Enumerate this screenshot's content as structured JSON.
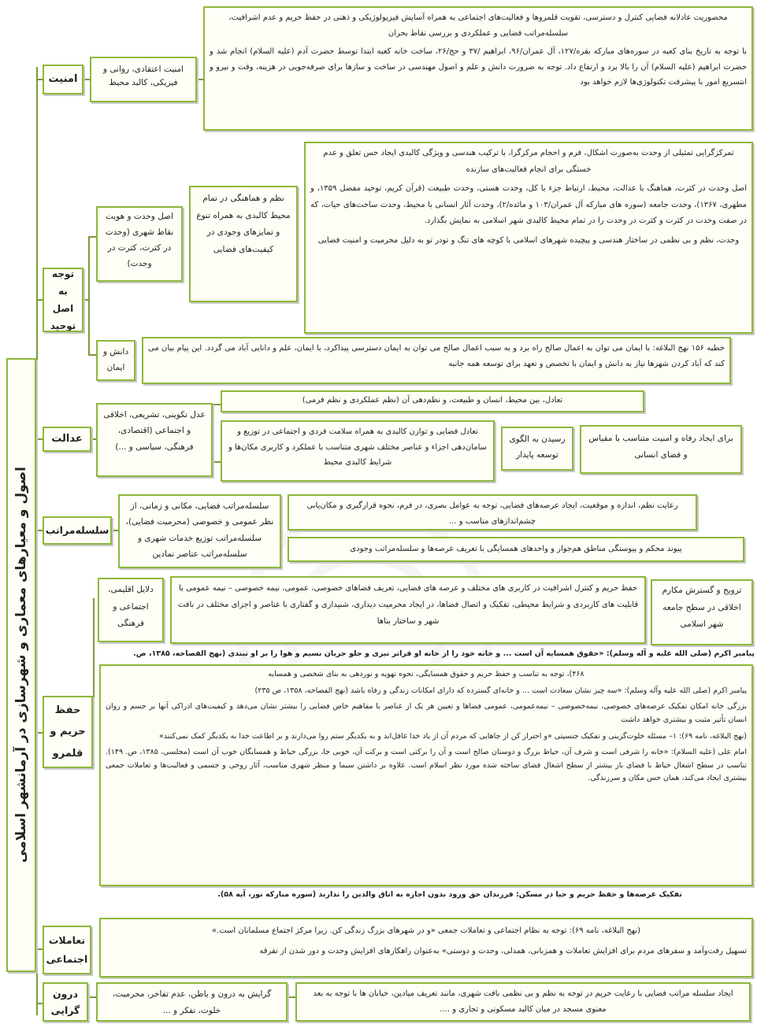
{
  "title": "اصول و معیارهای معماری و شهرسازی در آرمانشهر اسلامی",
  "categories": {
    "security": "امنیت",
    "tawhid": "توجه به اصل توحید",
    "justice": "عدالت",
    "hierarchy": "سلسله‌مراتب",
    "privacy": "حفظ حریم و قلمرو",
    "social": "تعاملات اجتماعی",
    "inward": "درون گرایی"
  },
  "security": {
    "sub": "امنیت اعتقادی، روانی و فیزیکی، کالبد محیط",
    "detail_1": "محصوریت عادلانه فضایی کنترل و دسترسی، تقویت قلمروها و فعالیت‌های اجتماعی به همراه آسایش فیزیولوژیکی و ذهنی در حفظ حریم و عدم اشرافیت، سلسله‌مراتب فضایی و عملکردی و بررسی نقاط بحران",
    "detail_2": "با توجه به تاریخ بنای کعبه در سوره‌های مبارکه بقره/۱۲۷، آل عمران/۹۶، ابراهیم /۳۷ و حج/۲۶، ساخت خانه کعبه ابتدا توسط حضرت آدم (علیه السلام) انجام شد و حضرت ابراهیم (علیه السلام) آن را بالا برد و ارتفاع داد. توجه به ضرورت دانش و علم و اصول مهندسی در ساخت و سازها برای صرفه‌جویی در هزینه، وقت و نیرو و انتسریع امور با پیشرفت تکنولوژی‌ها لازم خواهد بود"
  },
  "tawhid": {
    "sub_1": "اصل وحدت و هویت نقاط شهری (وحدت در کثرت، کثرت در وحدت)",
    "sub_2": "نظم و هماهنگی در تمام محیط کالبدی به همراه تنوع و تمایزهای وجودی در کیفیت‌های فضایی",
    "detail_1": "تمرکزگرایی تمثیلی از وحدت به‌صورت اشکال، فرم و احجام مرکزگرا، با ترکیب هندسی و ویژگی کالبدی ایجاد حس تعلق و عدم خستگی برای انجام فعالیت‌های سازنده",
    "detail_2": "اصل وحدت در کثرت، هماهنگ با عدالت، محیط، ارتباط جزء با کل، وحدت هستی، وحدت طبیعت (قرآن کریم، توحید مفضل ۱۳۵۹، و مطهری، ۱۳۶۷)، وحدت جامعه (سوره های مبارکه آل عمران/۱۰۳ و مائده/۲)، وحدت آثار انسانی با محیط، وحدت ساخت‌های حیات، که در صفت وحدت در کثرت و کثرت در وحدت را در تمام محیط کالبدی شهر اسلامی به نمایش بگذارد.",
    "detail_3": "وحدت، نظم و بی نظمی در ساختار هندسی و پیچیده شهرهای اسلامی با کوچه های تنگ و تودر تو به دلیل محرمیت و امنیت فضایی",
    "sub_3": "دانش و ایمان",
    "detail_4": "خطبه ۱۵۶ نهج البلاغه: با ایمان می توان به اعمال صالح راه برد و به سبب اعمال صالح می توان به ایمان دسترسی پیداکرد، با ایمان، علم و دانایی آباد می گردد. این پیام بیان می کند که آباد کردن شهرها نیاز به دانش و ایمان با تخصص و تعهد برای توسعه همه جانبه"
  },
  "justice": {
    "sub": "عدل تکوینی، تشریعی، اخلاقی و اجتماعی (اقتصادی، فرهنگی، سیاسی و ...)",
    "detail_1": "تعادل، بین محیط، انسان و طبیعت، و نظم‌دهی آن (نظم عملکردی و نظم فرمی)",
    "detail_2": "تعادل فضایی و توازن کالبدی به همراه سلامت فردی و اجتماعی در توزیع و سامان‌دهی اجزاء و عناصر مختلف شهری متناسب با عملکرد و کاربری مکان‌ها و شرایط کالبدی محیط",
    "goal": "رسیدن به الگوی توسعه پایدار",
    "goal_detail": "برای ایجاد رفاه و امنیت متناسب با مقیاس و فضای انسانی"
  },
  "hierarchy": {
    "sub": "سلسله‌مراتب فضایی، مکانی و زمانی، از نظر عمومی و خصوصی (محرمیت فضایی)، سلسله‌مراتب توزیع خدمات شهری و سلسله‌مراتب عناصر نمادین",
    "detail_1": "رعایت نظم، اندازه و موقعیت، ایجاد عرصه‌های فضایی، توجه به عوامل بصری، در فرم، نحوه قرارگیری و مکان‌یابی چشم‌اندازهای مناسب و ...",
    "detail_2": "پیوند محکم و پیوستگی مناطق هم‌جوار و واحدهای همسایگی با تعریف عرصه‌ها و سلسله‌مراتب وجودی"
  },
  "privacy": {
    "reasons": "دلایل اقلیمی، اجتماعی و فرهنگی",
    "detail_1": "حفظ حریم و کنترل اشرافیت در کاربری های مختلف و عرصه های فضایی، تعریف فضاهای خصوصی، عمومی، نیمه خصوصی – نیمه عمومی با قابلیت های کاربردی و شرایط محیطی، تفکیک و اتصال فضاها، در ایجاد محرمیت دیداری، شنیداری و گفتاری با عناصر و اجزای مختلف در بافت شهر و ساختار بناها",
    "goal": "ترویج و گسترش مکارم اخلاقی در سطح جامعه شهر اسلامی",
    "hadith_intro": "پیامبر اکرم (صلی الله علیه و آله وسلم): «حقوق همسایه آن است ... و خانه خود را از خانه او فراتر نبری و جلو جریان نسیم و هوا را بر او نبندی (نهج الفصاحه، ۱۳۸۵، ص.",
    "q_1": "۴۶۸)، توجه به تناسب و حفظ حریم و حقوق همسایگی، نحوه تهویه و نوردهی به بنای شخصی و همسایه",
    "q_2": "پیامبر اکرم (صلی الله علیه وآله وسلم): «سه چیز نشان سعادت است ... و خانه‌ای گسترده که دارای امکانات زندگی و رفاه باشد (نهج الفصاحه، ۱۳۵۸، ص ۲۳۵)",
    "q_3": "بزرگی خانه امکان تفکیک عرصه‌های خصوصی، نیمه‌خصوصی – نیمه‌عمومی، عمومی فضاها و تعیین هر یک از عناصر با مفاهیم خاص فضایی را بیشتر نشان می‌دهد و کیفیت‌های ادراکی آنها بر جسم و روان انسان تأثیر مثبت و بیشتری خواهد داشت",
    "q_4": "(نهج البلاغه، نامه ۶۹): ۱– مسئله خلوت‌گزینی و تفکیک جنسیتی «و احتراز کن از جاهایی که مردم آن از یاد خدا غافل‌اند و به یکدیگر ستم روا می‌دارند و بر اطاعت خدا به یکدیگر کمک نمی‌کنند»",
    "q_5": "امام علی (علیه السلام): «خانه را شرفی است و شرف آن، حیاط بزرگ و دوستان صالح است و آن را برکتی است و برکت آن، خوبی جا، بزرگی حیاط و همسایگان خوب آن است (مجلسی، ۱۳۸۵، ص. ۱۴۹). تناسب در سطح اشغال حیاط با فضای باز بیشتر از سطح اشغال فضای ساخته شده مورد نظر اسلام است. علاوه بر داشتن سیما و منظر شهری مناسب، آثار روحی و جسمی و فعالیت‌ها و تعاملات جمعی بیشتری ایجاد می‌کند، همان حس مکان و سرزندگی.",
    "footer": "تفکیک عرصه‌ها و حفظ حریم و حیا در مسکن: فرزندان حق ورود بدون اجازه به اتاق والدین را ندارند (سوره مبارکه نور، آیه ۵۸)."
  },
  "social": {
    "line_1": "(نهج البلاغه، نامه ۶۹): توجه به نظام اجتماعی و تعاملات جمعی «و در شهرهای بزرگ زندگی کن. زیرا مرکز اجتماع مسلمانان است.»",
    "line_2": "تسهیل رفت‌وآمد و سفرهای مردم برای افزایش تعاملات و همزبانی، همدلی، وحدت و دوستی» به‌عنوان راهکارهای افزایش وحدت و دور شدن از تفرقه"
  },
  "inward": {
    "sub": "گرایش به درون و باطن، عدم تفاخر، محرمیت، خلوت، تفکر و ...",
    "detail": "ایجاد سلسله مراتب فضایی با رعایت حریم در توجه به نظم و بی نظمی بافت شهری، مانند تعریف میادین، خیابان ها با توجه به بعد معنوی مسجد در میان کالبد مسکونی و تجاری و ...."
  },
  "colors": {
    "border": "#8cb83a",
    "fill": "#fefef6",
    "connector": "#7a9a3a"
  }
}
